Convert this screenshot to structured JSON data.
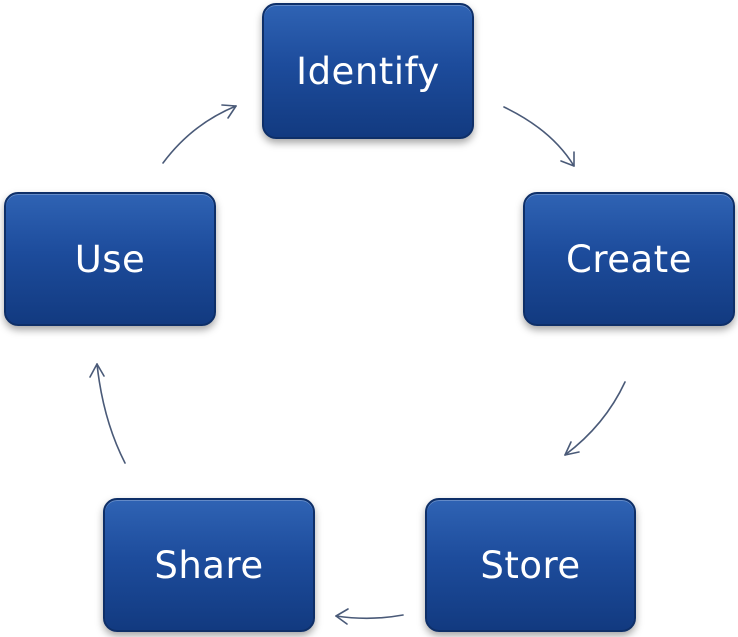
{
  "diagram": {
    "nodes": [
      {
        "id": "identify",
        "label": "Identify"
      },
      {
        "id": "create",
        "label": "Create"
      },
      {
        "id": "store",
        "label": "Store"
      },
      {
        "id": "share",
        "label": "Share"
      },
      {
        "id": "use",
        "label": "Use"
      }
    ],
    "edges": [
      {
        "from": "identify",
        "to": "create"
      },
      {
        "from": "create",
        "to": "store"
      },
      {
        "from": "store",
        "to": "share"
      },
      {
        "from": "share",
        "to": "use"
      },
      {
        "from": "use",
        "to": "identify"
      }
    ],
    "colors": {
      "node_fill": "#1d4c9c",
      "node_border": "#0e2f68",
      "node_text": "#ffffff",
      "arrow": "#4a5a78"
    }
  }
}
